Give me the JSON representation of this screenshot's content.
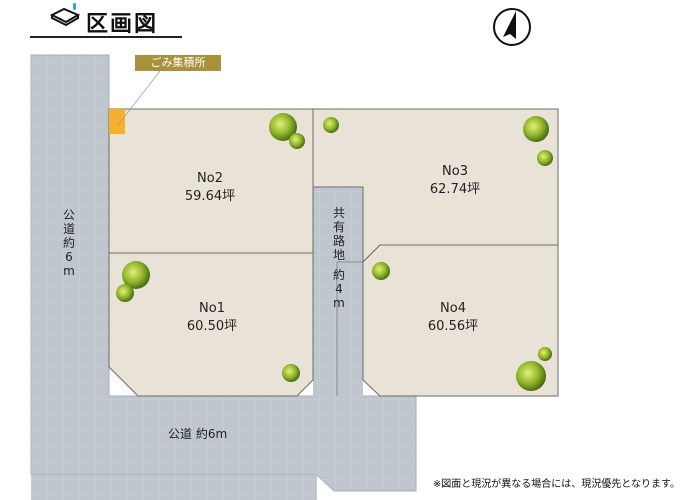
{
  "title": "区画図",
  "garbage_label": "ごみ集積所",
  "lots": [
    {
      "name": "No2",
      "area": "59.64坪"
    },
    {
      "name": "No3",
      "area": "62.74坪"
    },
    {
      "name": "No1",
      "area": "60.50坪"
    },
    {
      "name": "No4",
      "area": "60.56坪"
    }
  ],
  "roads": {
    "left": [
      "公",
      "道",
      "約",
      "6",
      "m"
    ],
    "bottom": "公道 約6m",
    "private": [
      "共",
      "有",
      "路",
      "地",
      "",
      "約",
      "4",
      "m"
    ]
  },
  "note": "※図面と現況が異なる場合には、現況優先となります。",
  "colors": {
    "lot": "#e8e3d6",
    "road": "#c0c6cd",
    "garbage": "#f5b12e",
    "label_bg": "#a8913a"
  }
}
